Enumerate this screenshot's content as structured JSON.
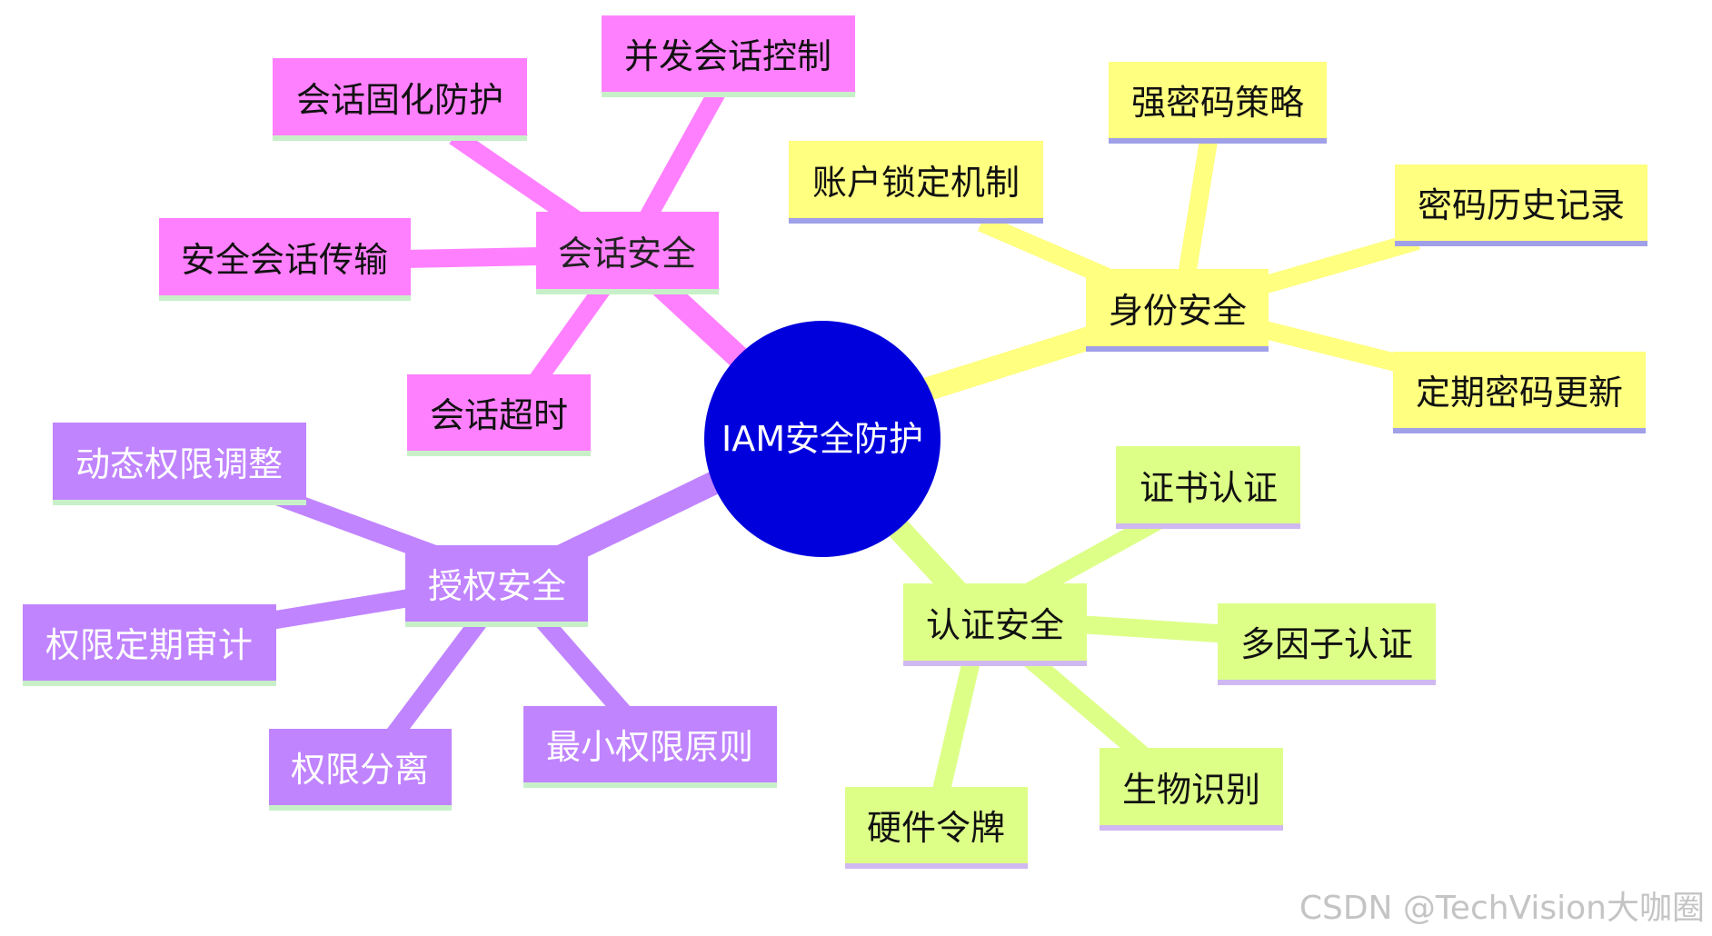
{
  "colors": {
    "background": "#ffffff",
    "root_fill": "#0000dd",
    "root_text": "#ffffff",
    "session": "#ff80ff",
    "identity": "#ffff80",
    "auth": "#ddff88",
    "authz": "#c084ff",
    "session_underline": "#c8f0c8",
    "identity_underline": "#a0a0e8",
    "auth_underline": "#d0b8f0",
    "authz_underline": "#c8f0c8"
  },
  "root": {
    "label": "IAM安全防护"
  },
  "branches": {
    "session": {
      "label": "会话安全",
      "children": [
        "会话固化防护",
        "并发会话控制",
        "安全会话传输",
        "会话超时"
      ]
    },
    "identity": {
      "label": "身份安全",
      "children": [
        "账户锁定机制",
        "强密码策略",
        "密码历史记录",
        "定期密码更新"
      ]
    },
    "auth": {
      "label": "认证安全",
      "children": [
        "证书认证",
        "多因子认证",
        "生物识别",
        "硬件令牌"
      ]
    },
    "authz": {
      "label": "授权安全",
      "children": [
        "动态权限调整",
        "权限定期审计",
        "权限分离",
        "最小权限原则"
      ]
    }
  },
  "watermark": "CSDN @TechVision大咖圈"
}
